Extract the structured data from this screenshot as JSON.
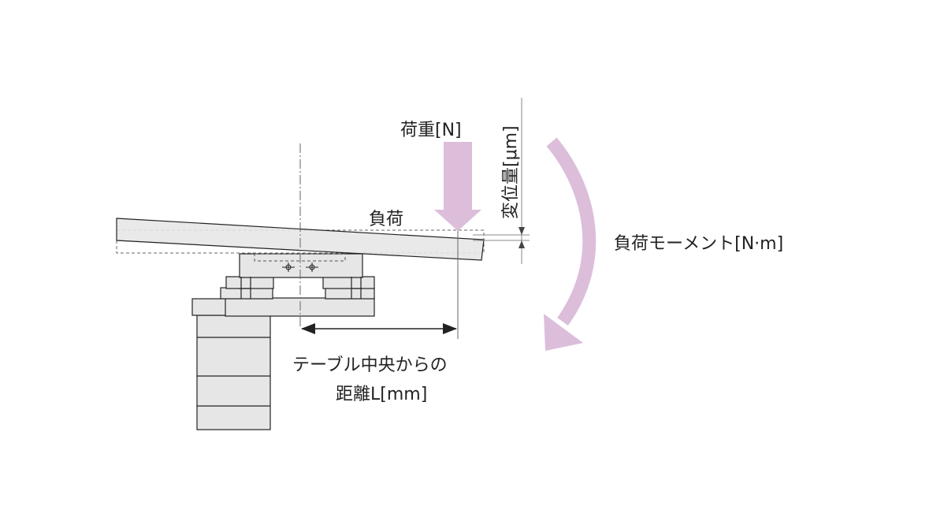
{
  "labels": {
    "load_force": "荷重[N]",
    "displacement": "変位量[μm]",
    "load": "負荷",
    "load_moment": "負荷モーメント[N·m]",
    "distance_line1": "テーブル中央からの",
    "distance_line2": "距離L[mm]"
  },
  "colors": {
    "arrow_fill": "#dcbedb",
    "part_fill": "#e6e6e6",
    "line": "#222222",
    "guide_line": "#888888"
  }
}
